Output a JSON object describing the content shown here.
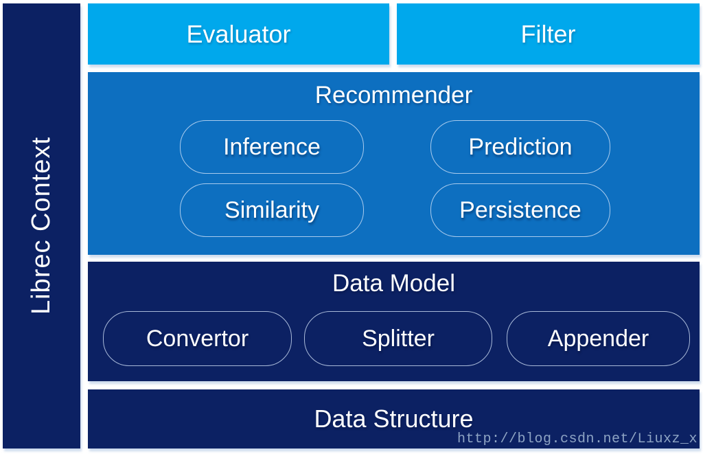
{
  "diagram": {
    "sidebar": {
      "label": "Librec Context"
    },
    "top_row": {
      "evaluator_label": "Evaluator",
      "filter_label": "Filter"
    },
    "recommender": {
      "title": "Recommender",
      "items": [
        "Inference",
        "Prediction",
        "Similarity",
        "Persistence"
      ]
    },
    "data_model": {
      "title": "Data Model",
      "items": [
        "Convertor",
        "Splitter",
        "Appender"
      ]
    },
    "data_structure": {
      "title": "Data Structure"
    },
    "watermark": "http://blog.csdn.net/Liuxz_x"
  },
  "colors": {
    "cyan": "#00a8ec",
    "blue": "#0d6fc0",
    "navy": "#0c2163",
    "text": "#ffffff",
    "watermark": "#8ea4c4"
  }
}
